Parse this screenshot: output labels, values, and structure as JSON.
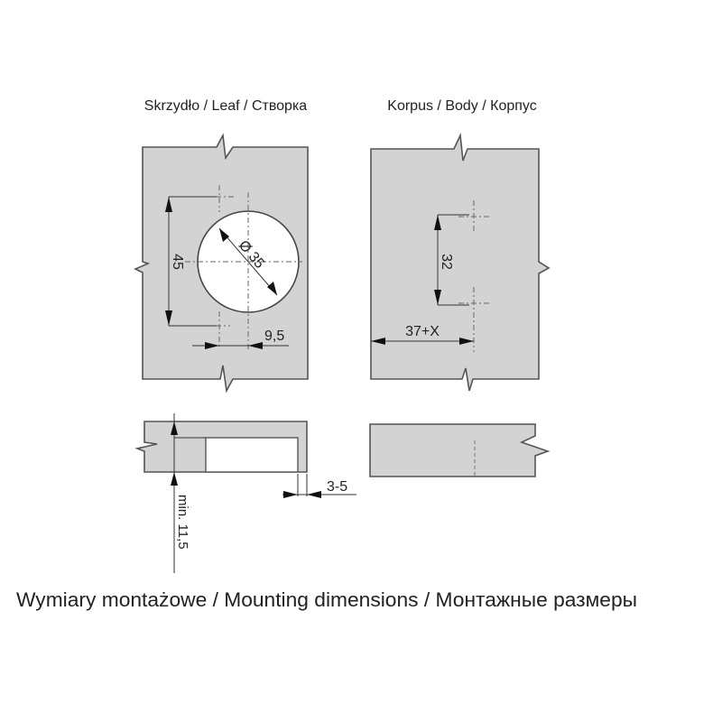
{
  "headings": {
    "leaf": "Skrzydło / Leaf / Створка",
    "body": "Korpus / Body / Корпус"
  },
  "dimensions": {
    "hole_spacing_leaf": "45",
    "cup_diameter": "Ø 35",
    "edge_offset": "9,5",
    "hole_spacing_body": "32",
    "body_offset": "37+X",
    "edge_gap": "3-5",
    "min_thickness": "min. 11,5"
  },
  "caption": "Wymiary montażowe / Mounting dimensions / Монтажные размеры",
  "colors": {
    "panel": "#d3d3d3",
    "outline": "#555555",
    "text": "#222222"
  }
}
